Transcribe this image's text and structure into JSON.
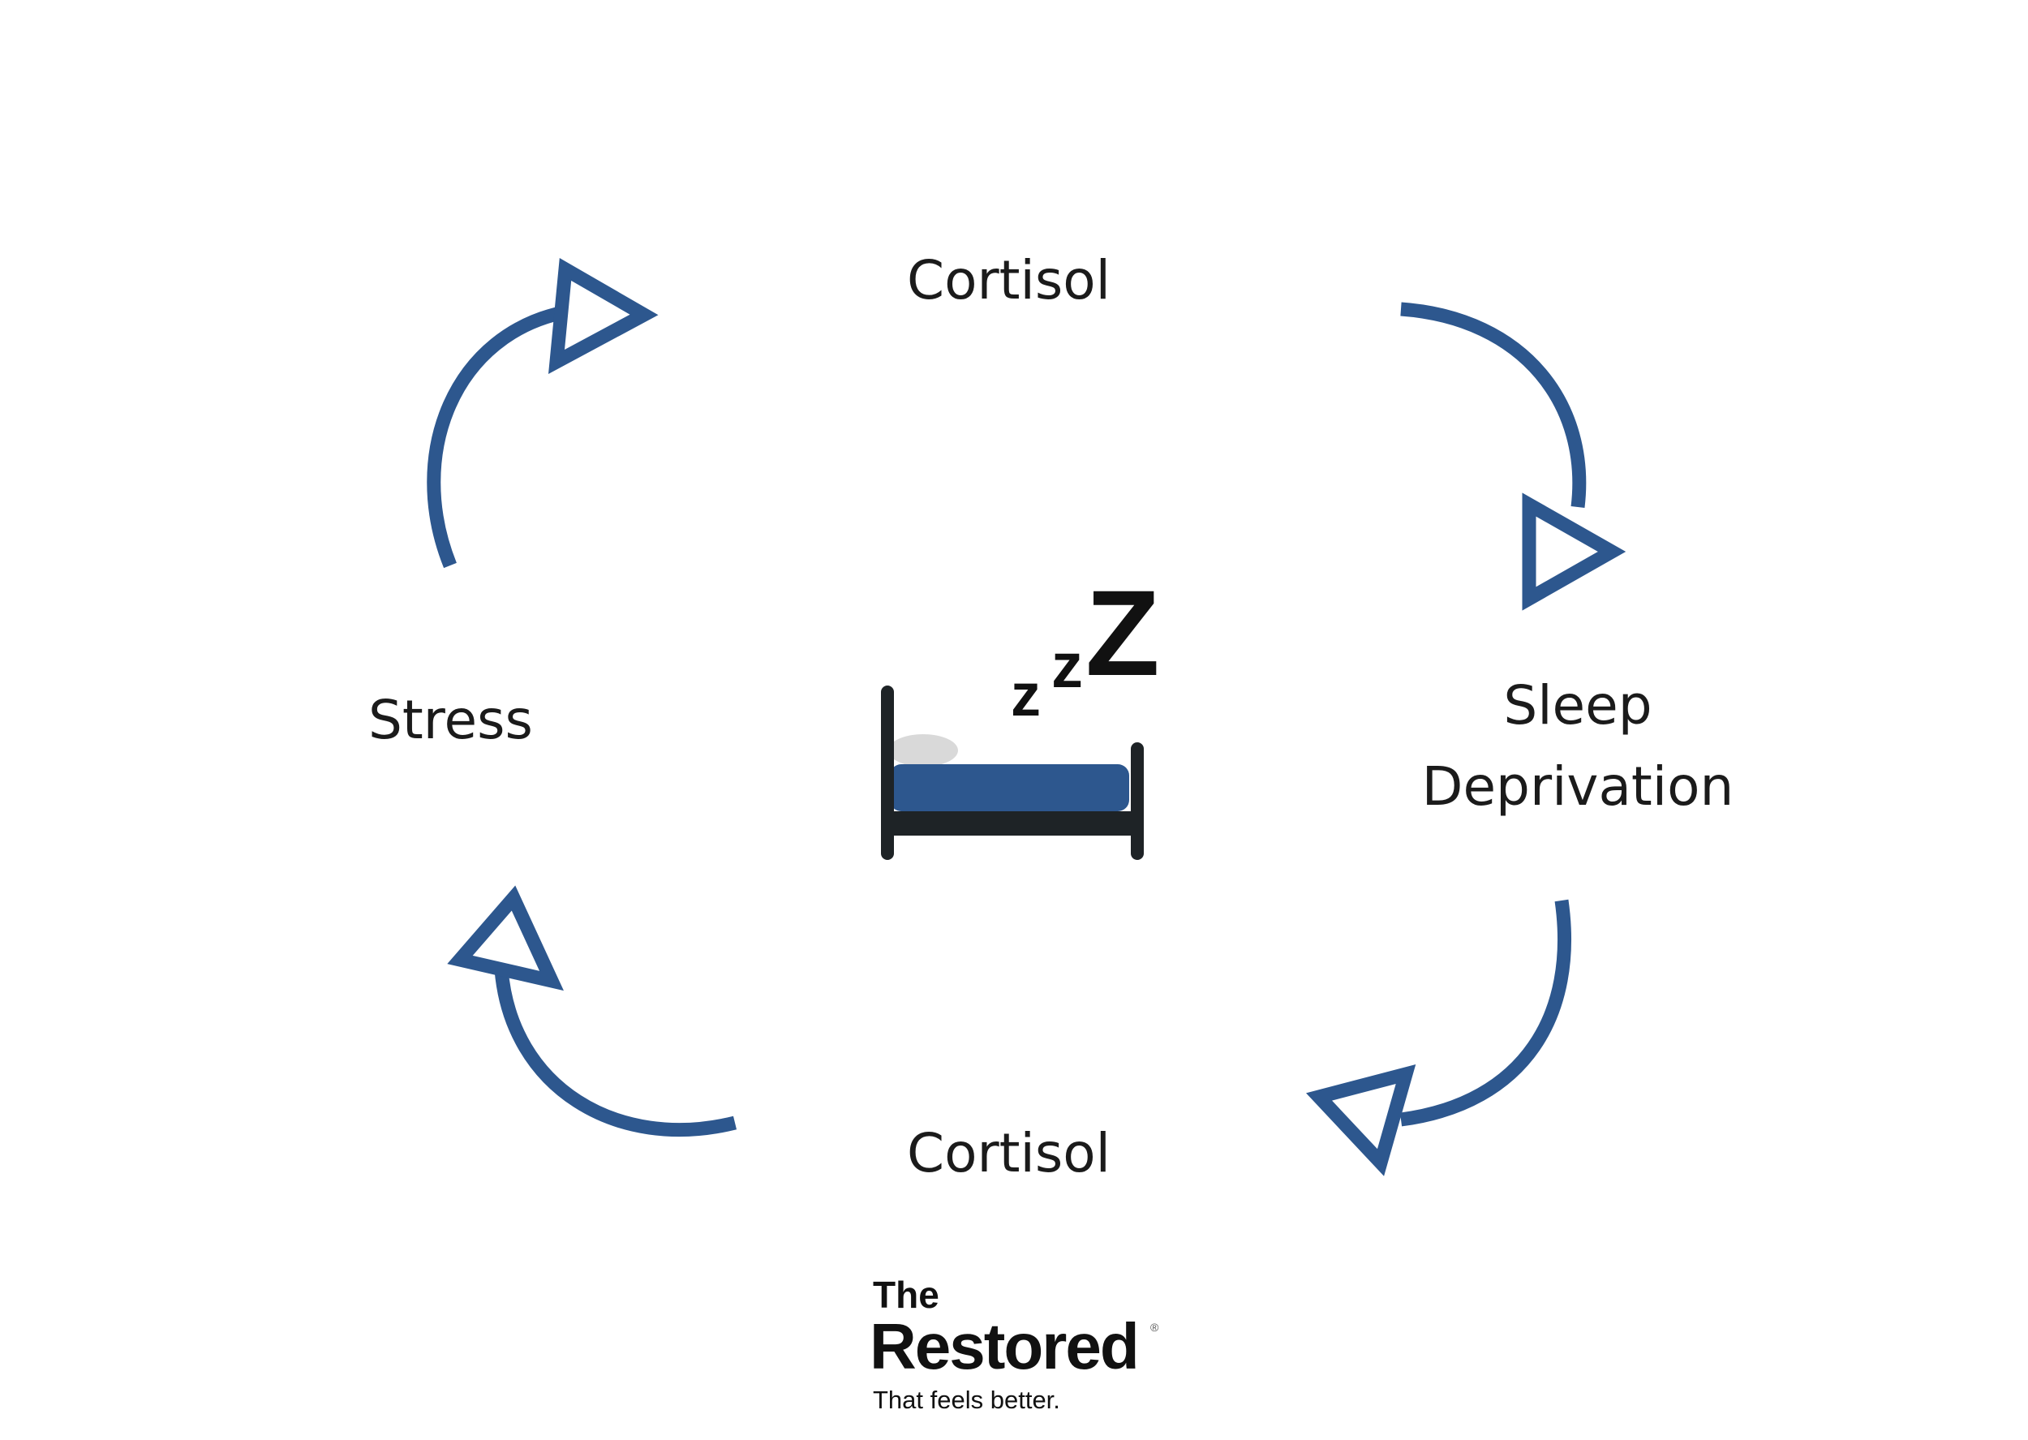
{
  "diagram": {
    "nodes": {
      "top": {
        "label": "Cortisol"
      },
      "right": {
        "label_line1": "Sleep",
        "label_line2": "Deprivation"
      },
      "bottom": {
        "label": "Cortisol"
      },
      "left": {
        "label": "Stress"
      }
    },
    "center_icon": "sleeping-bed-icon",
    "zzz": {
      "small": "z",
      "medium": "z",
      "large": "Z"
    }
  },
  "logo": {
    "the": "The",
    "name": "Restored",
    "registered": "®",
    "tagline": "That feels better."
  },
  "colors": {
    "arrow": "#2d578e",
    "text": "#1b1b1b",
    "bed_frame": "#1e2326",
    "mattress": "#2d578e",
    "pillow": "#d9d9d9"
  }
}
